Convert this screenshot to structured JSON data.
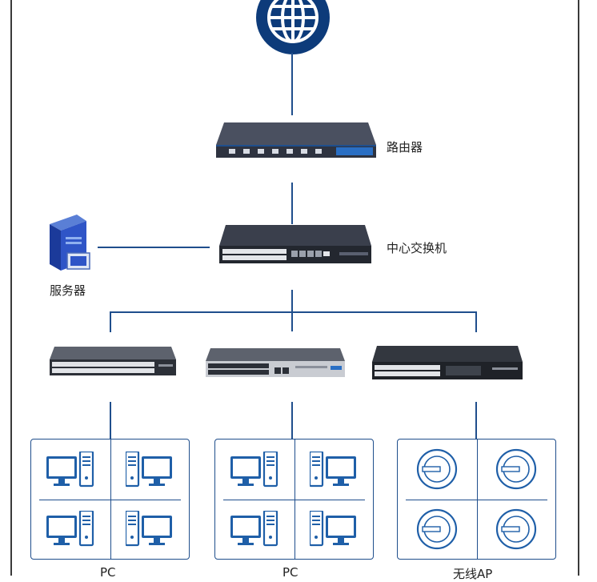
{
  "nodes": {
    "router_label": "路由器",
    "core_switch_label": "中心交换机",
    "server_label": "服务器"
  },
  "groups": [
    {
      "label": "PC",
      "kind": "pc"
    },
    {
      "label": "PC",
      "kind": "pc"
    },
    {
      "label": "无线AP",
      "kind": "ap"
    }
  ],
  "colors": {
    "line": "#1f4e8c",
    "globe": "#0d3b7a",
    "device_body": "#3c4150",
    "icon_blue": "#1f5fa8"
  },
  "icons": [
    "globe-icon",
    "router-icon",
    "switch-icon",
    "server-icon",
    "pc-icon",
    "wireless-ap-icon"
  ]
}
